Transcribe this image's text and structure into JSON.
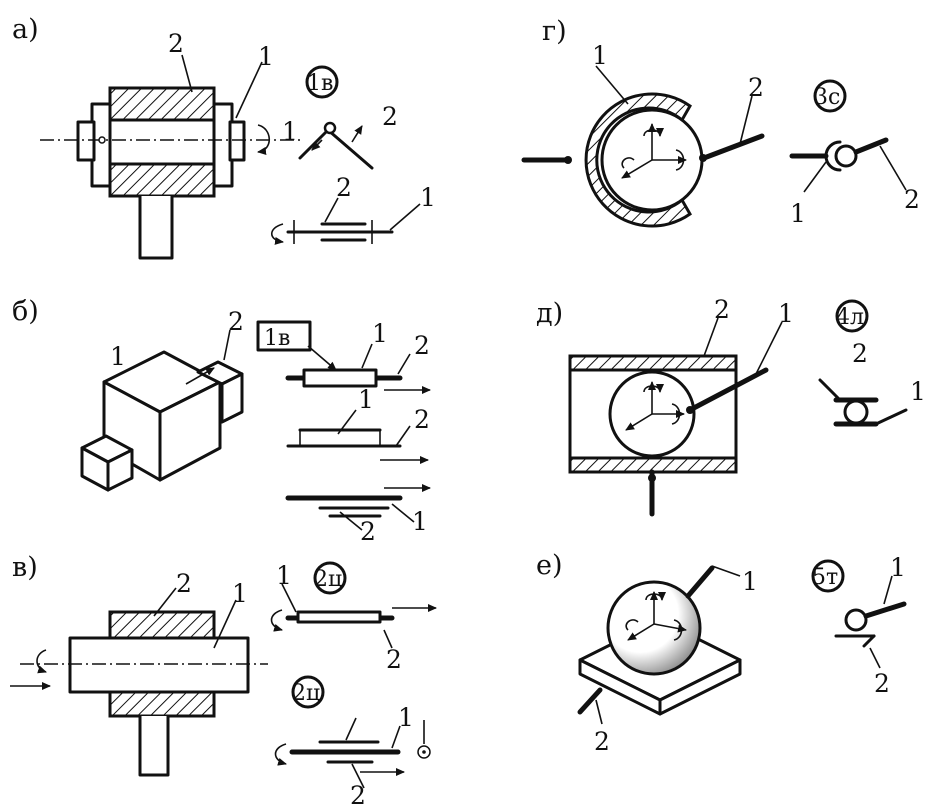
{
  "panels": [
    {
      "key": "a",
      "label": "а)",
      "numbers": [
        "1",
        "2",
        "1",
        "2",
        "2",
        "1"
      ],
      "tag": "1в",
      "tag_shape": "circle"
    },
    {
      "key": "b",
      "label": "б)",
      "numbers": [
        "1",
        "2",
        "1",
        "2",
        "1",
        "2",
        "2",
        "1"
      ],
      "tag": "1в",
      "tag_shape": "box"
    },
    {
      "key": "v",
      "label": "в)",
      "numbers": [
        "2",
        "1",
        "1",
        "2",
        "1",
        "2"
      ],
      "tags": [
        "2ц",
        "2ц"
      ],
      "tag_shape": "circle"
    },
    {
      "key": "g",
      "label": "г)",
      "numbers": [
        "1",
        "2",
        "1",
        "2"
      ],
      "tag": "3с",
      "tag_shape": "circle"
    },
    {
      "key": "d",
      "label": "д)",
      "numbers": [
        "2",
        "1",
        "2",
        "1"
      ],
      "tag": "4л",
      "tag_shape": "circle"
    },
    {
      "key": "e",
      "label": "е)",
      "numbers": [
        "1",
        "2",
        "1",
        "2"
      ],
      "tag": "5т",
      "tag_shape": "circle"
    }
  ],
  "colors": {
    "ink": "#111111",
    "background": "#ffffff",
    "shade": "#8c8c8c"
  }
}
